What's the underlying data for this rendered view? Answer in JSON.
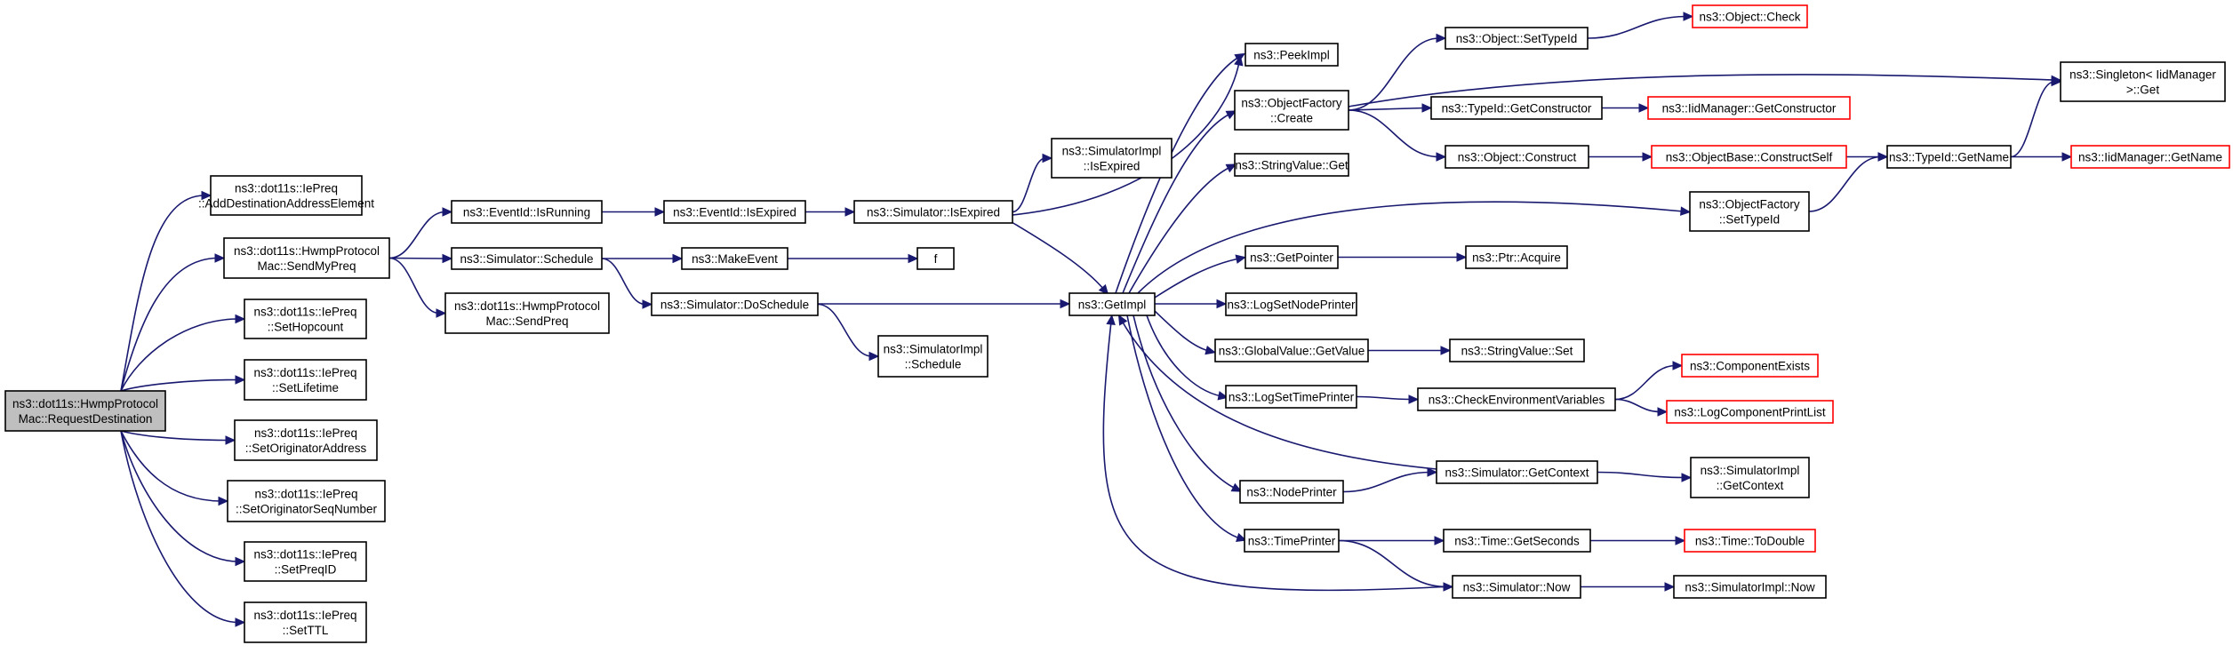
{
  "graph": {
    "colors": {
      "edge": "#191970",
      "root_fill": "#bfbfbf",
      "missing_border": "#ff0000"
    },
    "nodes": {
      "root": {
        "lines": [
          "ns3::dot11s::HwmpProtocol",
          "Mac::RequestDestination"
        ],
        "style": "root"
      },
      "addDest": {
        "lines": [
          "ns3::dot11s::IePreq",
          "::AddDestinationAddressElement"
        ]
      },
      "sendMyPreq": {
        "lines": [
          "ns3::dot11s::HwmpProtocol",
          "Mac::SendMyPreq"
        ]
      },
      "setHopcount": {
        "lines": [
          "ns3::dot11s::IePreq",
          "::SetHopcount"
        ]
      },
      "setLifetime": {
        "lines": [
          "ns3::dot11s::IePreq",
          "::SetLifetime"
        ]
      },
      "setOrigAddr": {
        "lines": [
          "ns3::dot11s::IePreq",
          "::SetOriginatorAddress"
        ]
      },
      "setOrigSeq": {
        "lines": [
          "ns3::dot11s::IePreq",
          "::SetOriginatorSeqNumber"
        ]
      },
      "setPreqID": {
        "lines": [
          "ns3::dot11s::IePreq",
          "::SetPreqID"
        ]
      },
      "setTTL": {
        "lines": [
          "ns3::dot11s::IePreq",
          "::SetTTL"
        ]
      },
      "eventIsRunning": {
        "lines": [
          "ns3::EventId::IsRunning"
        ]
      },
      "simSchedule": {
        "lines": [
          "ns3::Simulator::Schedule"
        ]
      },
      "sendPreq": {
        "lines": [
          "ns3::dot11s::HwmpProtocol",
          "Mac::SendPreq"
        ]
      },
      "eventIsExpired": {
        "lines": [
          "ns3::EventId::IsExpired"
        ]
      },
      "makeEvent": {
        "lines": [
          "ns3::MakeEvent"
        ]
      },
      "doSchedule": {
        "lines": [
          "ns3::Simulator::DoSchedule"
        ]
      },
      "simIsExpired": {
        "lines": [
          "ns3::Simulator::IsExpired"
        ]
      },
      "f": {
        "lines": [
          "f"
        ]
      },
      "implSchedule": {
        "lines": [
          "ns3::SimulatorImpl",
          "::Schedule"
        ]
      },
      "implIsExpired": {
        "lines": [
          "ns3::SimulatorImpl",
          "::IsExpired"
        ]
      },
      "getImpl": {
        "lines": [
          "ns3::GetImpl"
        ]
      },
      "peekImpl": {
        "lines": [
          "ns3::PeekImpl"
        ]
      },
      "ofCreate": {
        "lines": [
          "ns3::ObjectFactory",
          "::Create"
        ]
      },
      "stringValueGet": {
        "lines": [
          "ns3::StringValue::Get"
        ]
      },
      "getPointer": {
        "lines": [
          "ns3::GetPointer"
        ]
      },
      "logSetNodePrinter": {
        "lines": [
          "ns3::LogSetNodePrinter"
        ]
      },
      "globalValueGetValue": {
        "lines": [
          "ns3::GlobalValue::GetValue"
        ]
      },
      "logSetTimePrinter": {
        "lines": [
          "ns3::LogSetTimePrinter"
        ]
      },
      "nodePrinter": {
        "lines": [
          "ns3::NodePrinter"
        ]
      },
      "timePrinter": {
        "lines": [
          "ns3::TimePrinter"
        ]
      },
      "objSetTypeId": {
        "lines": [
          "ns3::Object::SetTypeId"
        ]
      },
      "typeIdGetCtor": {
        "lines": [
          "ns3::TypeId::GetConstructor"
        ]
      },
      "objConstruct": {
        "lines": [
          "ns3::Object::Construct"
        ]
      },
      "ofSetTypeId": {
        "lines": [
          "ns3::ObjectFactory",
          "::SetTypeId"
        ]
      },
      "ptrAcquire": {
        "lines": [
          "ns3::Ptr::Acquire"
        ]
      },
      "stringValueSet": {
        "lines": [
          "ns3::StringValue::Set"
        ]
      },
      "checkEnv": {
        "lines": [
          "ns3::CheckEnvironmentVariables"
        ]
      },
      "simGetContext": {
        "lines": [
          "ns3::Simulator::GetContext"
        ]
      },
      "timeGetSeconds": {
        "lines": [
          "ns3::Time::GetSeconds"
        ]
      },
      "simNow": {
        "lines": [
          "ns3::Simulator::Now"
        ]
      },
      "objCheck": {
        "lines": [
          "ns3::Object::Check"
        ],
        "style": "red"
      },
      "iidGetCtor": {
        "lines": [
          "ns3::IidManager::GetConstructor"
        ],
        "style": "red"
      },
      "objBaseConstructSelf": {
        "lines": [
          "ns3::ObjectBase::ConstructSelf"
        ],
        "style": "red"
      },
      "typeIdGetName": {
        "lines": [
          "ns3::TypeId::GetName"
        ]
      },
      "componentExists": {
        "lines": [
          "ns3::ComponentExists"
        ],
        "style": "red"
      },
      "logComponentPrintList": {
        "lines": [
          "ns3::LogComponentPrintList"
        ],
        "style": "red"
      },
      "implGetContext": {
        "lines": [
          "ns3::SimulatorImpl",
          "::GetContext"
        ]
      },
      "timeToDouble": {
        "lines": [
          "ns3::Time::ToDouble"
        ],
        "style": "red"
      },
      "implNow": {
        "lines": [
          "ns3::SimulatorImpl::Now"
        ]
      },
      "singletonGet": {
        "lines": [
          "ns3::Singleton< IidManager",
          " >::Get"
        ]
      },
      "iidGetName": {
        "lines": [
          "ns3::IidManager::GetName"
        ],
        "style": "red"
      }
    },
    "edges": [
      [
        "root",
        "addDest"
      ],
      [
        "root",
        "sendMyPreq"
      ],
      [
        "root",
        "setHopcount"
      ],
      [
        "root",
        "setLifetime"
      ],
      [
        "root",
        "setOrigAddr"
      ],
      [
        "root",
        "setOrigSeq"
      ],
      [
        "root",
        "setPreqID"
      ],
      [
        "root",
        "setTTL"
      ],
      [
        "sendMyPreq",
        "eventIsRunning"
      ],
      [
        "sendMyPreq",
        "simSchedule"
      ],
      [
        "sendMyPreq",
        "sendPreq"
      ],
      [
        "eventIsRunning",
        "eventIsExpired"
      ],
      [
        "eventIsExpired",
        "simIsExpired"
      ],
      [
        "simIsExpired",
        "implIsExpired"
      ],
      [
        "simIsExpired",
        "peekImpl"
      ],
      [
        "simIsExpired",
        "getImpl"
      ],
      [
        "simSchedule",
        "makeEvent"
      ],
      [
        "simSchedule",
        "doSchedule"
      ],
      [
        "makeEvent",
        "f"
      ],
      [
        "doSchedule",
        "getImpl"
      ],
      [
        "doSchedule",
        "implSchedule"
      ],
      [
        "getImpl",
        "peekImpl"
      ],
      [
        "getImpl",
        "ofCreate"
      ],
      [
        "getImpl",
        "stringValueGet"
      ],
      [
        "getImpl",
        "ofSetTypeId"
      ],
      [
        "getImpl",
        "getPointer"
      ],
      [
        "getImpl",
        "logSetNodePrinter"
      ],
      [
        "getImpl",
        "globalValueGetValue"
      ],
      [
        "getImpl",
        "logSetTimePrinter"
      ],
      [
        "getImpl",
        "nodePrinter"
      ],
      [
        "getImpl",
        "timePrinter"
      ],
      [
        "ofCreate",
        "objSetTypeId"
      ],
      [
        "ofCreate",
        "typeIdGetCtor"
      ],
      [
        "ofCreate",
        "objConstruct"
      ],
      [
        "ofCreate",
        "singletonGet"
      ],
      [
        "objSetTypeId",
        "objCheck"
      ],
      [
        "typeIdGetCtor",
        "iidGetCtor"
      ],
      [
        "objConstruct",
        "objBaseConstructSelf"
      ],
      [
        "objBaseConstructSelf",
        "typeIdGetName"
      ],
      [
        "ofSetTypeId",
        "typeIdGetName"
      ],
      [
        "typeIdGetName",
        "singletonGet"
      ],
      [
        "typeIdGetName",
        "iidGetName"
      ],
      [
        "getPointer",
        "ptrAcquire"
      ],
      [
        "globalValueGetValue",
        "stringValueSet"
      ],
      [
        "logSetTimePrinter",
        "checkEnv"
      ],
      [
        "checkEnv",
        "componentExists"
      ],
      [
        "checkEnv",
        "logComponentPrintList"
      ],
      [
        "nodePrinter",
        "simGetContext"
      ],
      [
        "simGetContext",
        "getImpl"
      ],
      [
        "simGetContext",
        "implGetContext"
      ],
      [
        "timePrinter",
        "timeGetSeconds"
      ],
      [
        "timePrinter",
        "simNow"
      ],
      [
        "timeGetSeconds",
        "timeToDouble"
      ],
      [
        "simNow",
        "getImpl"
      ],
      [
        "simNow",
        "implNow"
      ]
    ]
  }
}
